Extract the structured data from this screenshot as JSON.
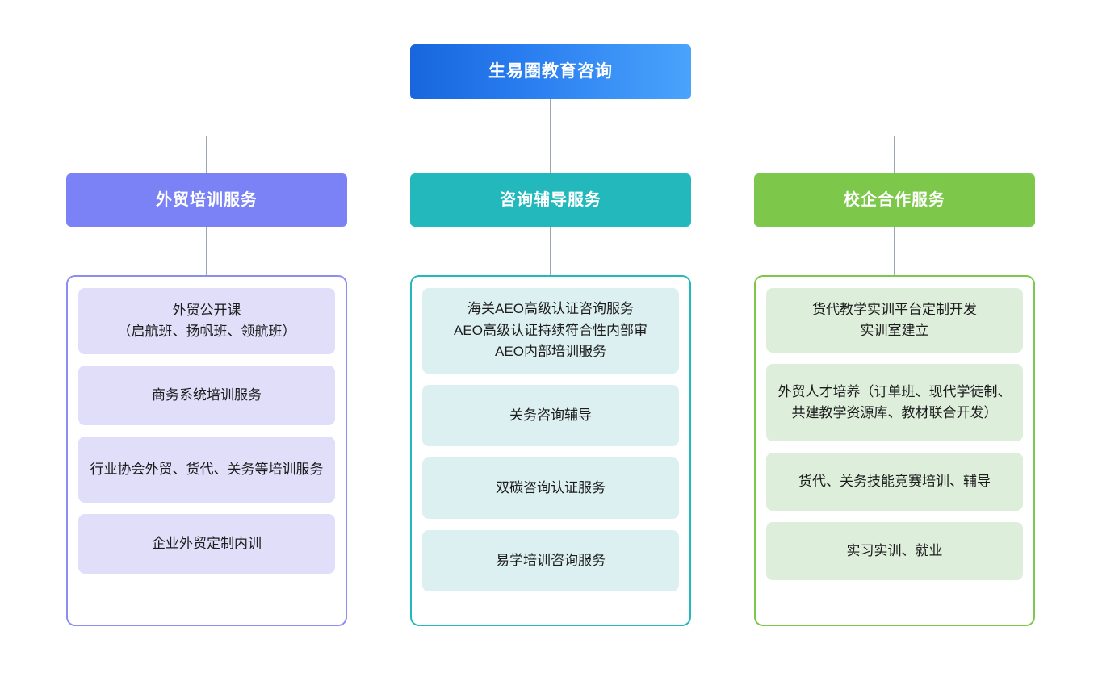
{
  "root": {
    "label": "生易圈教育咨询",
    "color": "#2a7ef0"
  },
  "connector_color": "#9aa6b2",
  "columns": [
    {
      "header": "外贸培训服务",
      "header_color": "#7a82f5",
      "border_color": "#8b8df0",
      "card_color": "#e1defa",
      "cards": [
        "外贸公开课\n（启航班、扬帆班、领航班）",
        "商务系统培训服务",
        "行业协会外贸、货代、关务等培训服务",
        "企业外贸定制内训"
      ]
    },
    {
      "header": "咨询辅导服务",
      "header_color": "#22b8bc",
      "border_color": "#22b8bc",
      "card_color": "#dcf0f1",
      "cards": [
        "海关AEO高级认证咨询服务\nAEO高级认证持续符合性内部审\nAEO内部培训服务",
        "关务咨询辅导",
        "双碳咨询认证服务",
        "易学培训咨询服务"
      ]
    },
    {
      "header": "校企合作服务",
      "header_color": "#7dc84a",
      "border_color": "#7dc84a",
      "card_color": "#ddeedb",
      "cards": [
        "货代教学实训平台定制开发\n实训室建立",
        "外贸人才培养（订单班、现代学徒制、共建教学资源库、教材联合开发）",
        "货代、关务技能竞赛培训、辅导",
        "实习实训、就业"
      ]
    }
  ]
}
